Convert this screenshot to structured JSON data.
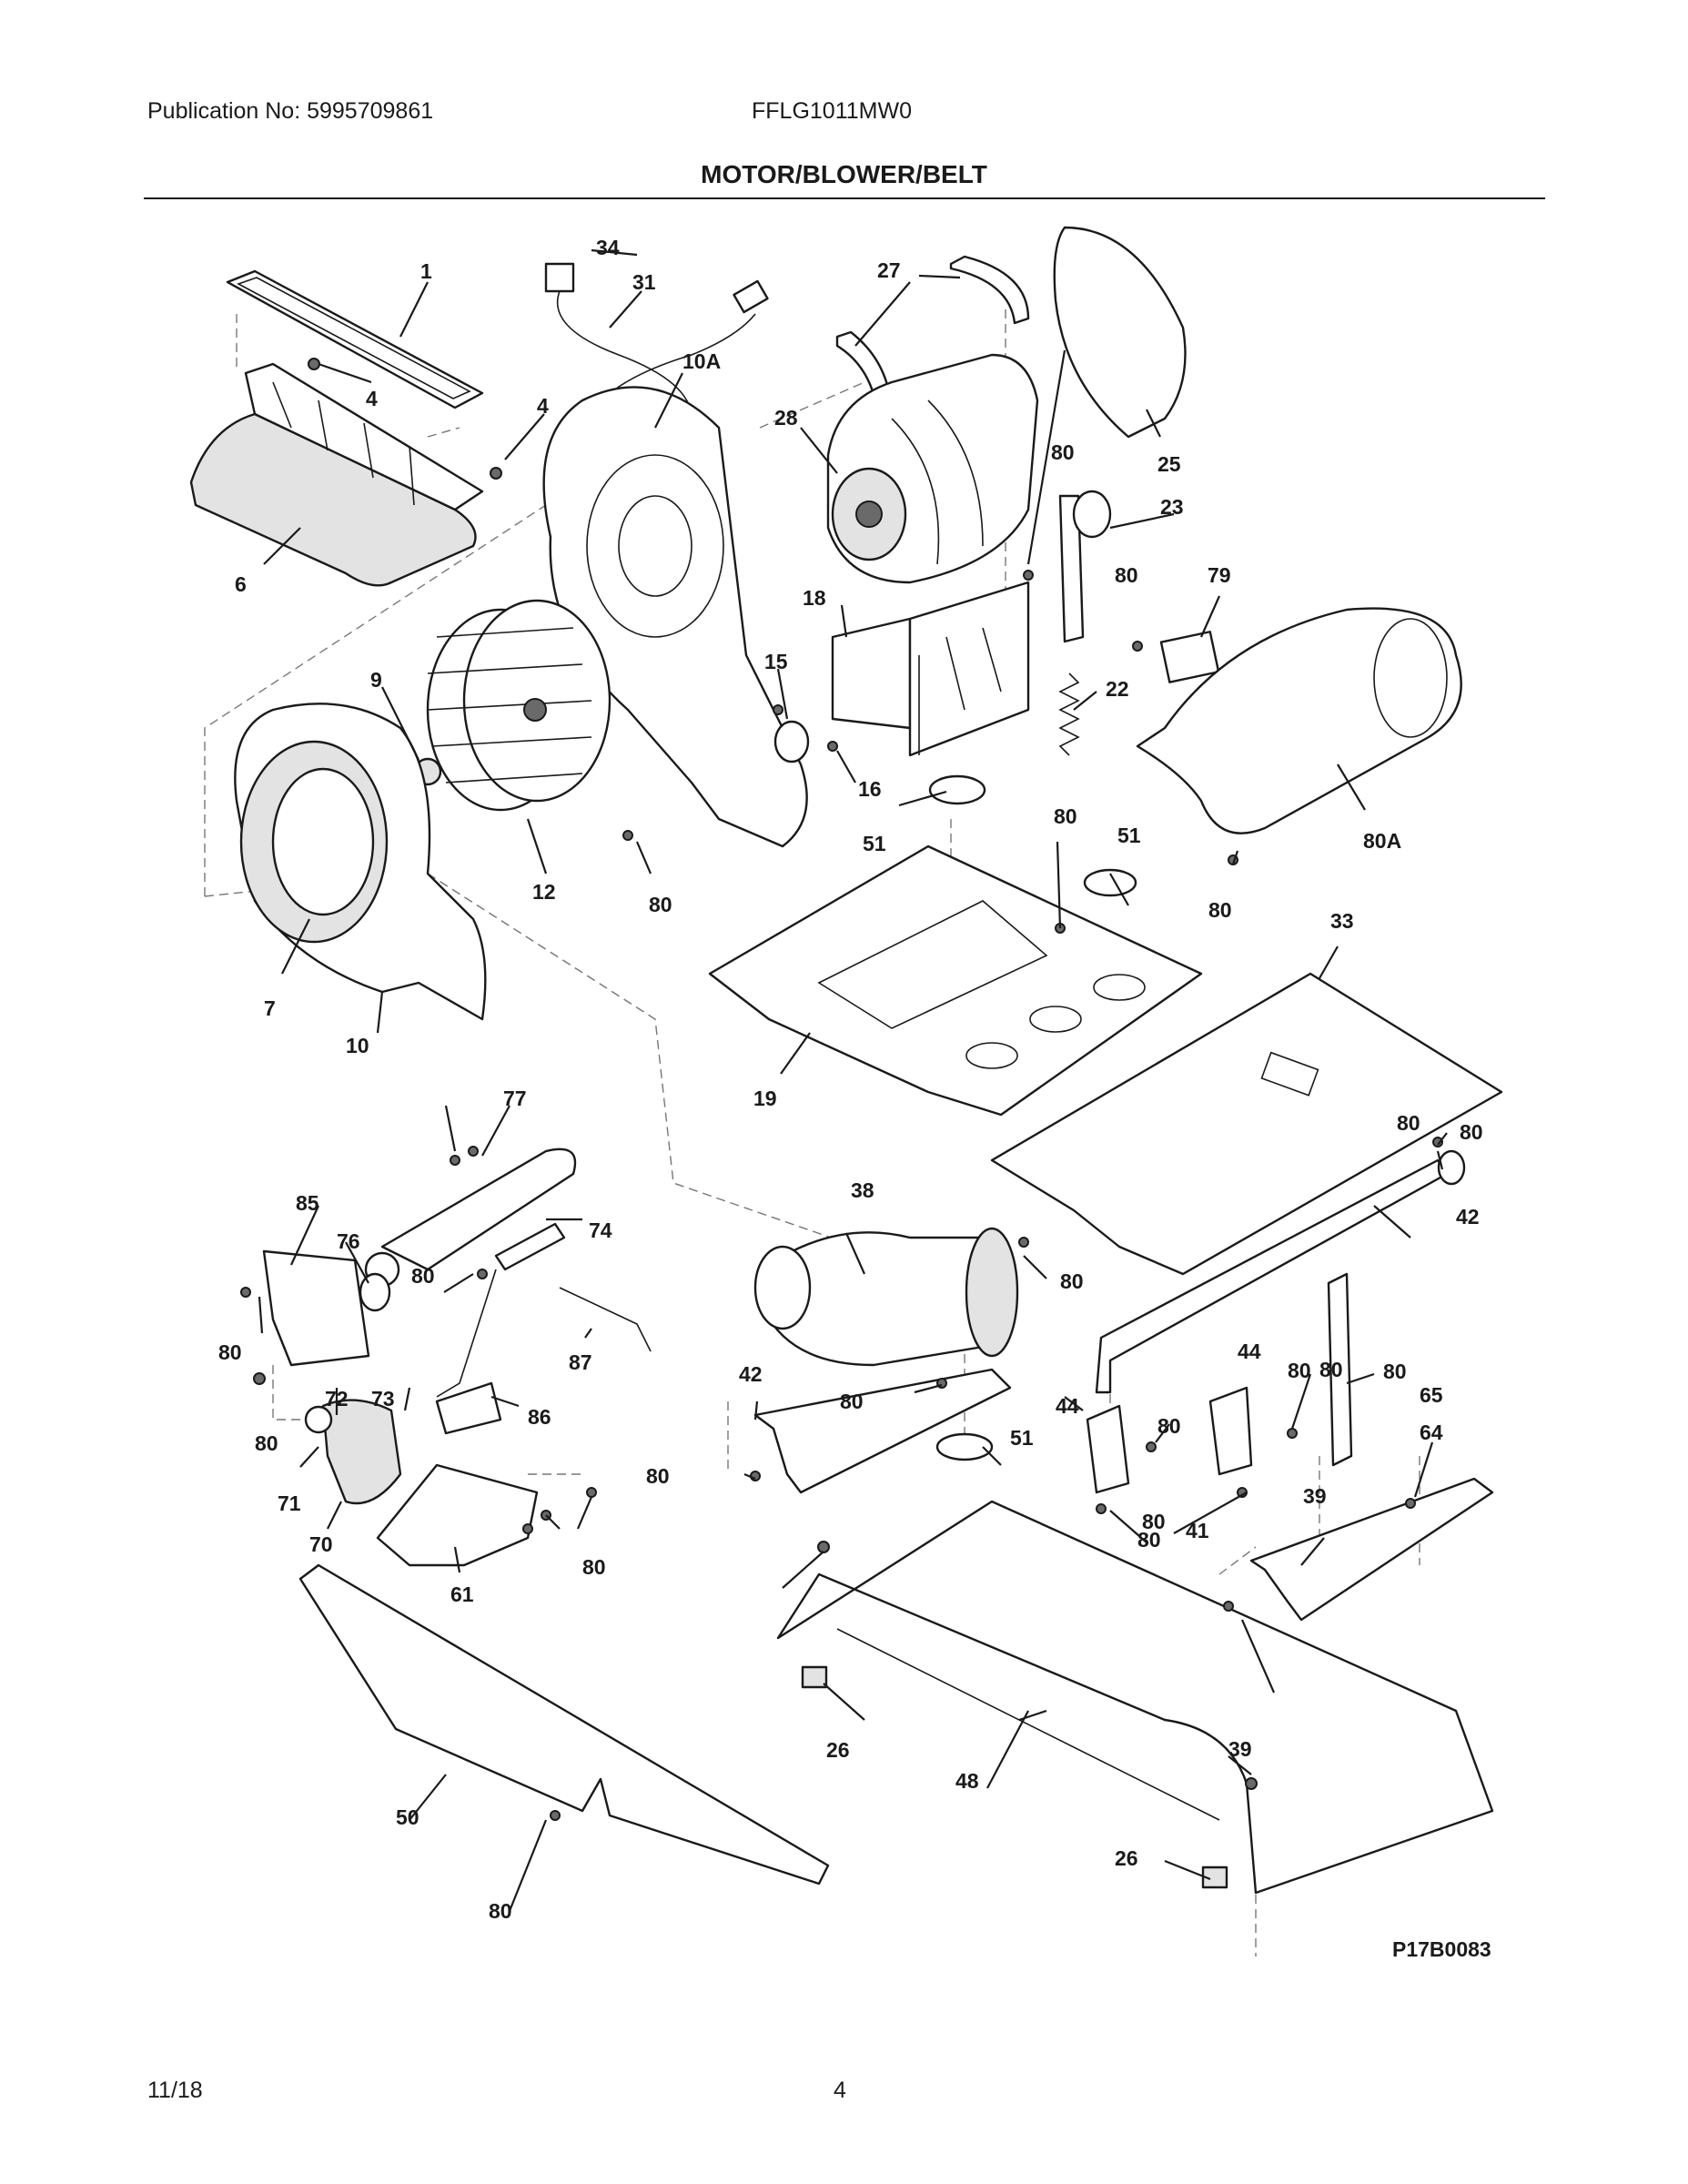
{
  "header": {
    "publication": "Publication No: 5995709861",
    "model": "FFLG1011MW0",
    "title": "MOTOR/BLOWER/BELT"
  },
  "diagram": {
    "reference_code": "P17B0083",
    "part_labels": [
      "1",
      "4",
      "4",
      "6",
      "34",
      "31",
      "10A",
      "27",
      "28",
      "25",
      "80",
      "23",
      "79",
      "80",
      "18",
      "15",
      "16",
      "22",
      "9",
      "12",
      "80",
      "7",
      "10",
      "51",
      "80",
      "51",
      "80",
      "80A",
      "33",
      "19",
      "80",
      "77",
      "85",
      "76",
      "74",
      "80",
      "80",
      "87",
      "72",
      "73",
      "86",
      "80",
      "71",
      "70",
      "61",
      "80",
      "38",
      "80",
      "42",
      "80",
      "51",
      "80",
      "44",
      "44",
      "80",
      "80",
      "80",
      "41",
      "80",
      "64",
      "65",
      "80",
      "42",
      "80",
      "39",
      "80",
      "26",
      "48",
      "39",
      "26",
      "50",
      "80"
    ]
  },
  "footer": {
    "date": "11/18",
    "page": "4"
  }
}
